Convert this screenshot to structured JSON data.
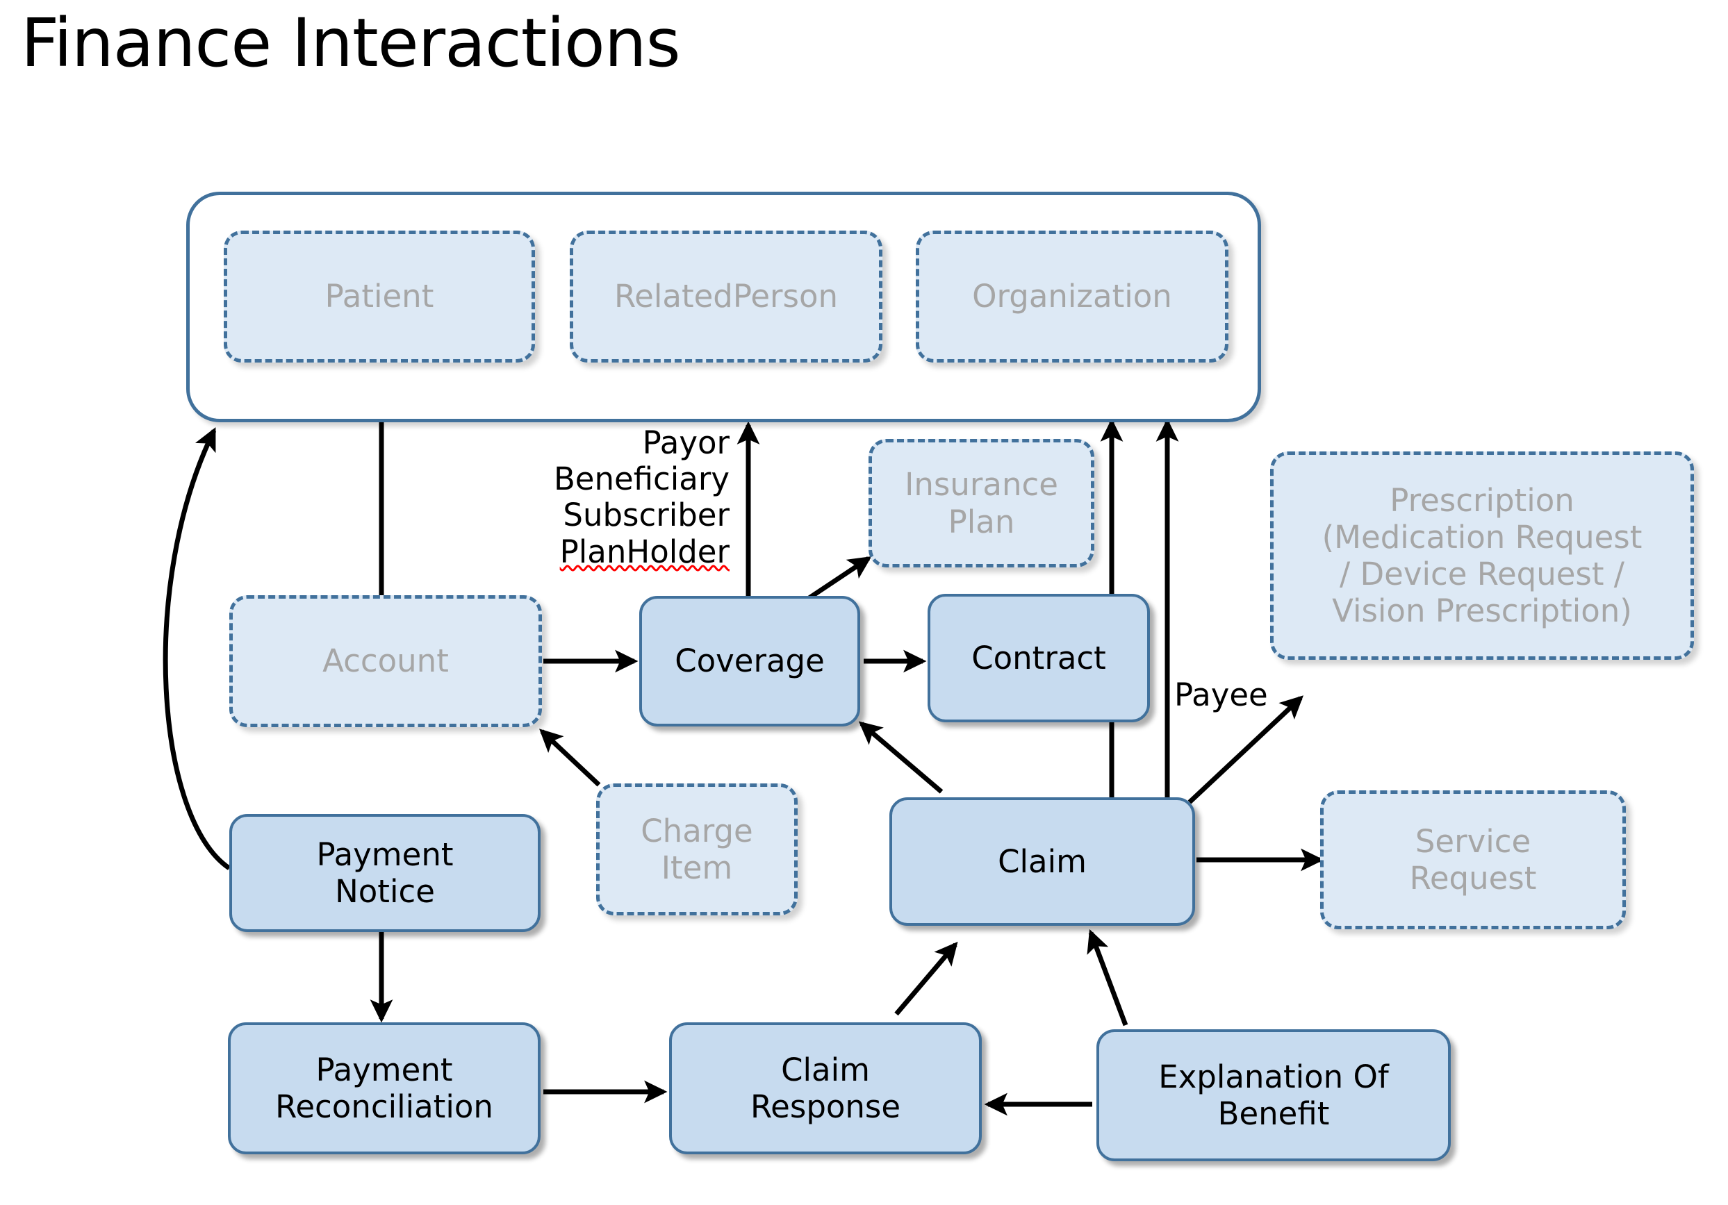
{
  "page": {
    "title": "Finance Interactions",
    "background": "#ffffff"
  },
  "colors": {
    "solid_fill": "#c7dbef",
    "dashed_fill": "#dde9f5",
    "border_blue": "#41719c",
    "dashed_text": "#a6a6a6",
    "solid_text": "#000000",
    "arrow": "#000000",
    "spellcheck_underline": "#ff0000"
  },
  "group": {
    "name": "actors-group",
    "style": "solid rounded container",
    "members": [
      "Patient",
      "RelatedPerson",
      "Organization"
    ]
  },
  "nodes": [
    {
      "id": "patient",
      "label": "Patient",
      "style": "dashed"
    },
    {
      "id": "relatedperson",
      "label": "RelatedPerson",
      "style": "dashed"
    },
    {
      "id": "organization",
      "label": "Organization",
      "style": "dashed"
    },
    {
      "id": "insurance-plan",
      "label": "Insurance\nPlan",
      "style": "dashed"
    },
    {
      "id": "prescription",
      "label": "Prescription\n(Medication Request\n/ Device Request /\nVision Prescription)",
      "style": "dashed"
    },
    {
      "id": "account",
      "label": "Account",
      "style": "dashed"
    },
    {
      "id": "charge-item",
      "label": "Charge\nItem",
      "style": "dashed"
    },
    {
      "id": "service-request",
      "label": "Service\nRequest",
      "style": "dashed"
    },
    {
      "id": "coverage",
      "label": "Coverage",
      "style": "solid"
    },
    {
      "id": "contract",
      "label": "Contract",
      "style": "solid"
    },
    {
      "id": "claim",
      "label": "Claim",
      "style": "solid"
    },
    {
      "id": "payment-notice",
      "label": "Payment\nNotice",
      "style": "solid"
    },
    {
      "id": "payment-reconciliation",
      "label": "Payment\nReconciliation",
      "style": "solid"
    },
    {
      "id": "claim-response",
      "label": "Claim\nResponse",
      "style": "solid"
    },
    {
      "id": "explanation-of-benefit",
      "label": "Explanation Of\nBenefit",
      "style": "solid"
    }
  ],
  "node_labels": {
    "patient": "Patient",
    "relatedperson": "RelatedPerson",
    "organization": "Organization",
    "insurance_plan_line1": "Insurance",
    "insurance_plan_line2": "Plan",
    "prescription_line1": "Prescription",
    "prescription_line2": "(Medication Request",
    "prescription_line3": "/ Device Request /",
    "prescription_line4": "Vision Prescription)",
    "account": "Account",
    "charge_item_line1": "Charge",
    "charge_item_line2": "Item",
    "service_request_line1": "Service",
    "service_request_line2": "Request",
    "coverage": "Coverage",
    "contract": "Contract",
    "claim": "Claim",
    "payment_notice_line1": "Payment",
    "payment_notice_line2": "Notice",
    "payment_reconciliation_line1": "Payment",
    "payment_reconciliation_line2": "Reconciliation",
    "claim_response_line1": "Claim",
    "claim_response_line2": "Response",
    "explanation_of_benefit_line1": "Explanation Of",
    "explanation_of_benefit_line2": "Benefit"
  },
  "edge_labels": {
    "coverage_roles": [
      "Payor",
      "Beneficiary",
      "Subscriber",
      "PlanHolder"
    ],
    "coverage_roles_line1": "Payor",
    "coverage_roles_line2": "Beneficiary",
    "coverage_roles_line3": "Subscriber",
    "coverage_roles_line4": "PlanHolder",
    "payee": "Payee"
  },
  "edges": [
    {
      "from": "account",
      "to": "patient",
      "label": ""
    },
    {
      "from": "coverage",
      "to": "actors-group",
      "label": "Payor Beneficiary Subscriber PlanHolder"
    },
    {
      "from": "account",
      "to": "coverage",
      "label": ""
    },
    {
      "from": "coverage",
      "to": "insurance-plan",
      "label": ""
    },
    {
      "from": "coverage",
      "to": "contract",
      "label": ""
    },
    {
      "from": "charge-item",
      "to": "account",
      "label": ""
    },
    {
      "from": "claim",
      "to": "coverage",
      "label": ""
    },
    {
      "from": "claim",
      "to": "organization",
      "label": ""
    },
    {
      "from": "claim",
      "to": "actors-group",
      "label": ""
    },
    {
      "from": "claim",
      "to": "prescription",
      "label": "Payee"
    },
    {
      "from": "claim",
      "to": "service-request",
      "label": ""
    },
    {
      "from": "payment-notice",
      "to": "actors-group",
      "label": ""
    },
    {
      "from": "payment-notice",
      "to": "payment-reconciliation",
      "label": ""
    },
    {
      "from": "payment-reconciliation",
      "to": "claim-response",
      "label": ""
    },
    {
      "from": "explanation-of-benefit",
      "to": "claim-response",
      "label": ""
    },
    {
      "from": "explanation-of-benefit",
      "to": "claim",
      "label": ""
    },
    {
      "from": "claim-response",
      "to": "claim",
      "label": ""
    }
  ]
}
